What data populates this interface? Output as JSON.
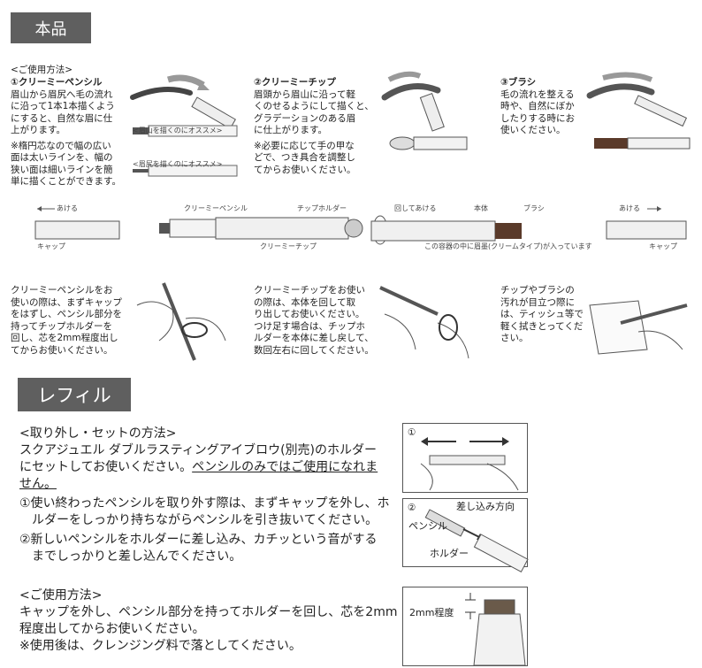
{
  "honpin": {
    "title": "本品",
    "howto_header": "<ご使用方法>",
    "pencil": {
      "heading": "①クリーミーペンシル",
      "body": [
        "眉山から眉尻へ毛の流れ",
        "に沿って1本1本描くよう",
        "にすると、自然な眉に仕",
        "上がります。"
      ],
      "note": [
        "※楕円芯なので幅の広い",
        "面は太いラインを、幅の",
        "狭い面は細いラインを簡",
        "単に描くことができます。"
      ],
      "label_brow_peak": "<眉山を描くのにオススメ>",
      "label_brow_tail": "<眉尻を描くのにオススメ>"
    },
    "tip": {
      "heading": "②クリーミーチップ",
      "body": [
        "眉頭から眉山に沿って軽",
        "くのせるようにして描くと、",
        "グラデーションのある眉",
        "に仕上がります。"
      ],
      "note": [
        "※必要に応じて手の甲な",
        "どで、つき具合を調整し",
        "てからお使いください。"
      ]
    },
    "brush": {
      "heading": "③ブラシ",
      "body": [
        "毛の流れを整える",
        "時や、自然にぼか",
        "したりする時にお",
        "使いください。"
      ]
    },
    "parts": {
      "open_left": "あける",
      "cap_left": "キャップ",
      "creamy_pencil": "クリーミーペンシル",
      "tip_holder": "チップホルダー",
      "creamy_tip": "クリーミーチップ",
      "rotate_open": "回してあける",
      "body_part": "本体",
      "brush_part": "ブラシ",
      "container_note": "この容器の中に眉墨(クリームタイプ)が入っています",
      "open_right": "あける",
      "cap_right": "キャップ"
    },
    "usage_pencil": [
      "クリーミーペンシルをお",
      "使いの際は、まずキャップ",
      "をはずし、ペンシル部分を",
      "持ってチップホルダーを",
      "回し、芯を2mm程度出し",
      "てからお使いください。"
    ],
    "usage_tip": [
      "クリーミーチップをお使い",
      "の際は、本体を回して取",
      "り出してお使いください。",
      "つけ足す場合は、チップホ",
      "ルダーを本体に差し戻して、",
      "数回左右に回してください。"
    ],
    "usage_clean": [
      "チップやブラシの",
      "汚れが目立つ際に",
      "は、ティッシュ等で",
      "軽く拭きとってくだ",
      "さい。"
    ]
  },
  "refill": {
    "title": "レフィル",
    "remove_header": "<取り外し・セットの方法>",
    "line1": "スクアジュエル ダブルラスティングアイブロウ(別売)のホルダー",
    "line2_plain": "にセットしてお使いください。",
    "line2_underlined": "ペンシルのみではご使用になれま",
    "line3_underlined": "せん。",
    "step1": [
      "①使い終わったペンシルを取り外す際は、まずキャップを外し、ホ",
      "ルダーをしっかり持ちながらペンシルを引き抜いてください。"
    ],
    "step2": [
      "②新しいペンシルをホルダーに差し込み、カチッという音がする",
      "までしっかりと差し込んでください。"
    ],
    "howto_header": "<ご使用方法>",
    "howto": [
      "キャップを外し、ペンシル部分を持ってホルダーを回し、芯を2mm",
      "程度出してからお使いください。",
      "※使用後は、クレンジング料で落としてください。"
    ],
    "fig1_num": "①",
    "fig2_num": "②",
    "fig2_direction": "差し込み方向",
    "fig2_pencil": "ペンシル",
    "fig2_holder": "ホルダー",
    "fig3_label": "2mm程度"
  }
}
